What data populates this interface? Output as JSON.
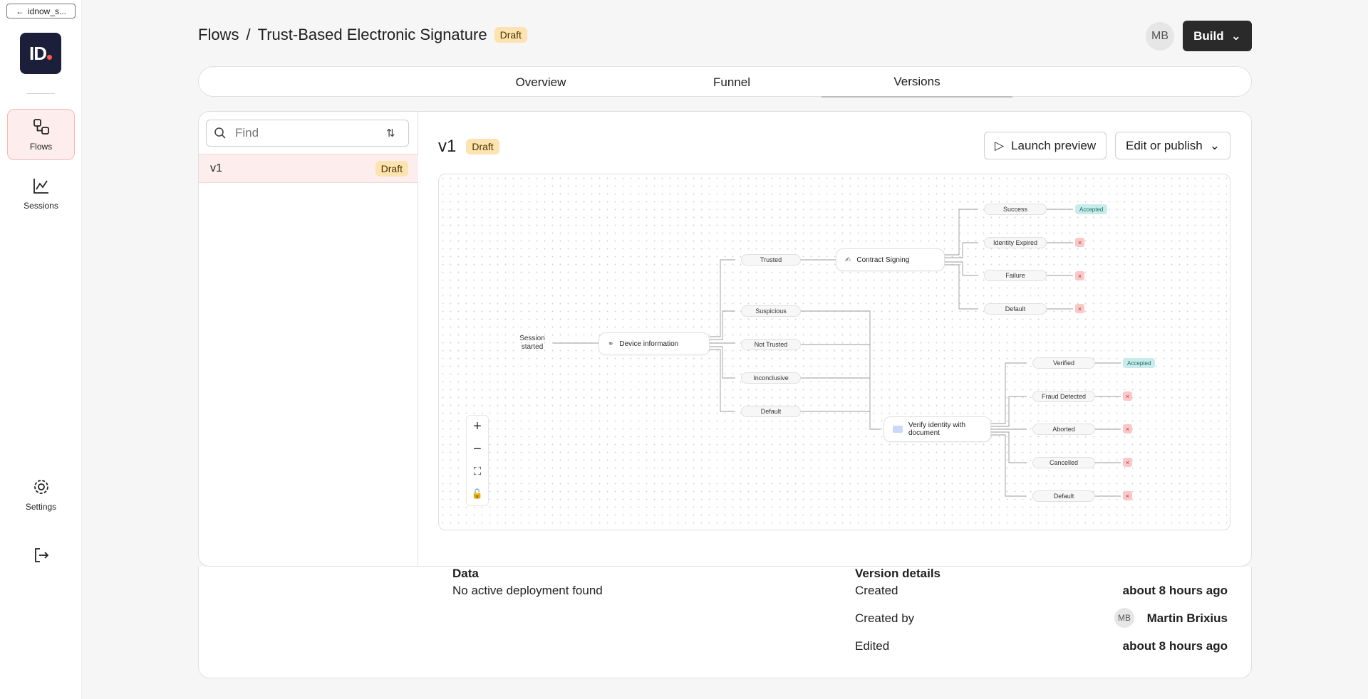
{
  "sidebar": {
    "back_label": "idnow_s...",
    "logo_text": "ID",
    "items": [
      {
        "label": "Flows",
        "icon": "flows-icon"
      },
      {
        "label": "Sessions",
        "icon": "chart-icon"
      },
      {
        "label": "Settings",
        "icon": "gear-icon"
      }
    ]
  },
  "header": {
    "breadcrumb_root": "Flows",
    "separator": "/",
    "flow_name": "Trust-Based Electronic Signature",
    "status": "Draft",
    "avatar_initials": "MB",
    "build_label": "Build"
  },
  "tabs": [
    "Overview",
    "Funnel",
    "Versions"
  ],
  "versions_list": {
    "search_placeholder": "Find",
    "items": [
      {
        "name": "v1",
        "status": "Draft"
      }
    ]
  },
  "version": {
    "name": "v1",
    "status": "Draft",
    "launch_preview_label": "Launch preview",
    "edit_publish_label": "Edit or publish"
  },
  "flow": {
    "start_label": "Session started",
    "device_step": "Device information",
    "device_outcomes": [
      "Trusted",
      "Suspicious",
      "Not Trusted",
      "Inconclusive",
      "Default"
    ],
    "contract_step": "Contract Signing",
    "contract_outcomes": [
      "Success",
      "Identity Expired",
      "Failure",
      "Default"
    ],
    "verify_step": "Verify identity with document",
    "verify_outcomes": [
      "Verified",
      "Fraud Detected",
      "Aborted",
      "Cancelled",
      "Default"
    ],
    "accepted_label": "Accepted",
    "rejected_glyph": "×"
  },
  "details": {
    "data_title": "Data",
    "data_text": "No active deployment found",
    "version_title": "Version details",
    "created_label": "Created",
    "created_value": "about 8 hours ago",
    "created_by_label": "Created by",
    "created_by_initials": "MB",
    "created_by_value": "Martin Brixius",
    "edited_label": "Edited",
    "edited_value": "about 8 hours ago"
  },
  "colors": {
    "accent": "#ff5a4e",
    "logo_bg": "#1c1f3a",
    "draft_badge": "#fce3b0",
    "accepted_badge": "#c7ecea",
    "rejected_badge": "#f9c8c8"
  }
}
